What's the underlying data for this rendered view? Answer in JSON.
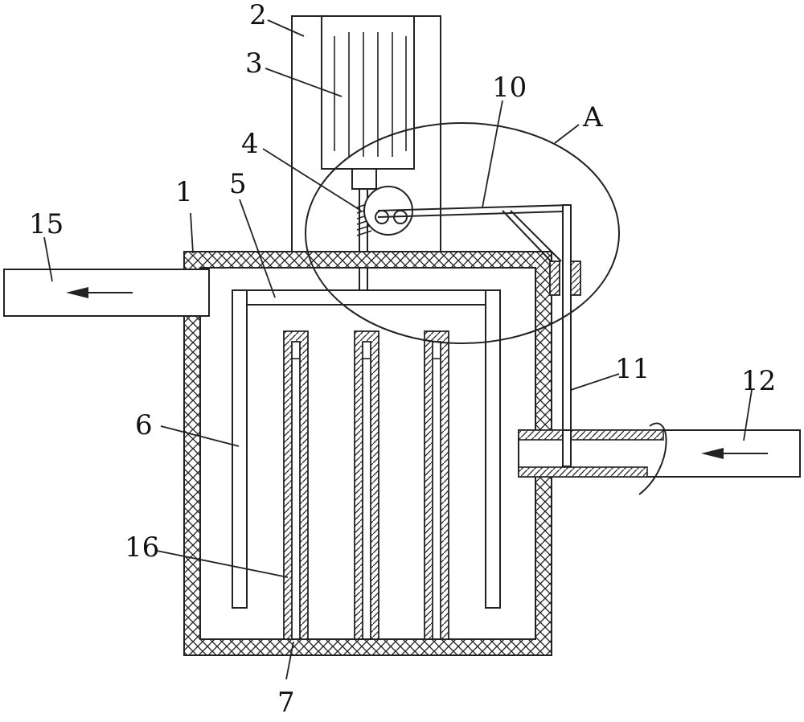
{
  "diagram": {
    "colors": {
      "line": "#222222",
      "background": "#ffffff"
    },
    "labels": [
      {
        "id": "housing",
        "text": "1"
      },
      {
        "id": "motor-frame",
        "text": "2"
      },
      {
        "id": "motor",
        "text": "3"
      },
      {
        "id": "shaft-worm",
        "text": "4"
      },
      {
        "id": "crossbar",
        "text": "5"
      },
      {
        "id": "side-blade",
        "text": "6"
      },
      {
        "id": "baffle-channel",
        "text": "7"
      },
      {
        "id": "link-rod",
        "text": "10"
      },
      {
        "id": "valve-rod",
        "text": "11"
      },
      {
        "id": "inlet-pipe",
        "text": "12"
      },
      {
        "id": "outlet-pipe",
        "text": "15"
      },
      {
        "id": "baffle-plate",
        "text": "16"
      },
      {
        "id": "detail-a",
        "text": "A"
      }
    ]
  }
}
